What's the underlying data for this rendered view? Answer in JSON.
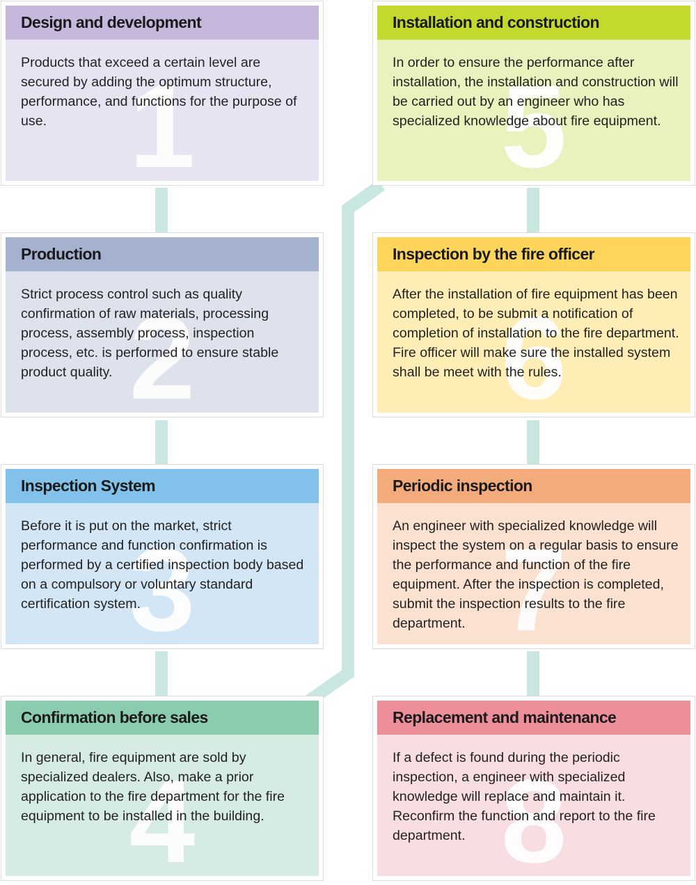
{
  "colors": {
    "connector": "#c9e6e0",
    "card_border": "#d8dcdc"
  },
  "steps": [
    {
      "number": "1",
      "title": "Design and development",
      "text": "Products that exceed a certain level are secured by adding the optimum structure, performance, and functions for the purpose of use.",
      "header_color": "#c6b8dd",
      "body_color": "#e7e3f2"
    },
    {
      "number": "2",
      "title": "Production",
      "text": "Strict process control such as quality confirmation of raw materials, processing process, assembly process, inspection process, etc. is performed to ensure stable product quality.",
      "header_color": "#a4b2cf",
      "body_color": "#dde2ec"
    },
    {
      "number": "3",
      "title": "Inspection System",
      "text": "Before it is put on the market, strict performance and function confirmation is performed by a certified inspection body based on a compulsory or voluntary standard certification system.",
      "header_color": "#81c1ea",
      "body_color": "#d2e6f6"
    },
    {
      "number": "4",
      "title": "Confirmation before sales",
      "text": "In general, fire equipment are sold by specialized dealers. Also, make a prior application to the fire department for the fire equipment to be installed in the building.",
      "header_color": "#8bccaf",
      "body_color": "#d6ece2"
    },
    {
      "number": "5",
      "title": "Installation and construction",
      "text": "In order to ensure the performance after installation, the installation and construction will be carried out by an engineer who has specialized knowledge about fire equipment.",
      "header_color": "#c4d92e",
      "body_color": "#e9f2bd"
    },
    {
      "number": "6",
      "title": "Inspection by the fire officer",
      "text": "After the installation of fire equipment has been completed, to be submit a notification of completion of installation to the fire department. Fire officer will make sure the installed system shall be meet with the rules.",
      "header_color": "#fcd55a",
      "body_color": "#feeeb5"
    },
    {
      "number": "7",
      "title": "Periodic inspection",
      "text": "An engineer with specialized knowledge will inspect the system on a regular basis to ensure the performance and function of the fire equipment. After the inspection is completed, submit the inspection results to the fire department.",
      "header_color": "#f4ab7c",
      "body_color": "#fbe1d0"
    },
    {
      "number": "8",
      "title": "Replacement and maintenance",
      "text": "If a defect is found during the periodic inspection, a engineer with specialized knowledge will replace and maintain it. Reconfirm the function and report to the fire department.",
      "header_color": "#ec8f9b",
      "body_color": "#f8dde2"
    }
  ]
}
